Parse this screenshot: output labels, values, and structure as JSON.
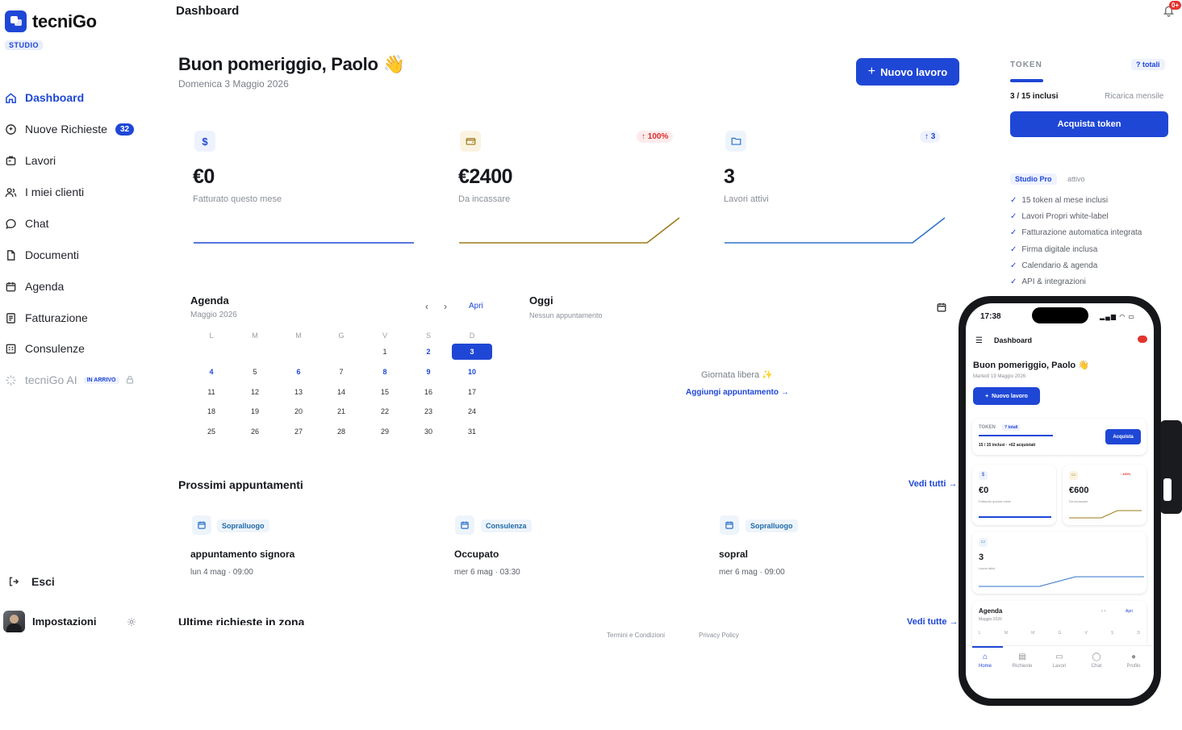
{
  "brand": {
    "name": "tecniGo",
    "plan_badge": "STUDIO"
  },
  "sidebar": {
    "items": [
      {
        "label": "Dashboard",
        "icon": "home-icon",
        "active": true
      },
      {
        "label": "Nuove Richieste",
        "icon": "request-icon",
        "badge": "32"
      },
      {
        "label": "Lavori",
        "icon": "briefcase-icon"
      },
      {
        "label": "I miei clienti",
        "icon": "users-icon"
      },
      {
        "label": "Chat",
        "icon": "chat-icon"
      },
      {
        "label": "Documenti",
        "icon": "document-icon"
      },
      {
        "label": "Agenda",
        "icon": "calendar-icon"
      },
      {
        "label": "Fatturazione",
        "icon": "invoice-icon"
      },
      {
        "label": "Consulenze",
        "icon": "consult-icon"
      },
      {
        "label": "tecniGo AI",
        "icon": "sparkle-icon",
        "badge": "IN ARRIVO",
        "locked": true
      }
    ],
    "logout": "Esci",
    "settings": "Impostazioni"
  },
  "header": {
    "title": "Dashboard",
    "notification_count": "0+"
  },
  "hero": {
    "greeting": "Buon pomeriggio, Paolo",
    "emoji": "👋",
    "date": "Domenica 3 Maggio 2026",
    "new_job_label": "Nuovo lavoro"
  },
  "stats": [
    {
      "icon": "dollar-icon",
      "value": "€0",
      "label": "Fatturato questo mese",
      "trend": "",
      "color": "#1f47d6"
    },
    {
      "icon": "wallet-icon",
      "value": "€2400",
      "label": "Da incassare",
      "trend": "↑ 100%",
      "color": "#9b7a1a"
    },
    {
      "icon": "folder-icon",
      "value": "3",
      "label": "Lavori attivi",
      "trend": "↑ 3",
      "color": "#2f73c9"
    }
  ],
  "agenda": {
    "title": "Agenda",
    "month": "Maggio 2026",
    "next_label": "Apri",
    "weekdays": [
      "L",
      "M",
      "M",
      "G",
      "V",
      "S",
      "D"
    ],
    "weeks": [
      [
        "",
        "",
        "",
        "",
        "1",
        "2",
        "3"
      ],
      [
        "4",
        "5",
        "6",
        "7",
        "8",
        "9",
        "10"
      ],
      [
        "11",
        "12",
        "13",
        "14",
        "15",
        "16",
        "17"
      ],
      [
        "18",
        "19",
        "20",
        "21",
        "22",
        "23",
        "24"
      ],
      [
        "25",
        "26",
        "27",
        "28",
        "29",
        "30",
        "31"
      ]
    ],
    "highlighted": [
      "2",
      "4",
      "6",
      "8",
      "9",
      "10"
    ],
    "today": "3"
  },
  "today": {
    "title": "Oggi",
    "subtitle": "Nessun appuntamento",
    "free_day": "Giornata libera",
    "add_label": "Aggiungi appuntamento →"
  },
  "upcoming": {
    "title": "Prossimi appuntamenti",
    "see_all": "Vedi tutti →",
    "items": [
      {
        "tag": "Sopralluogo",
        "name": "appuntamento signora",
        "time": "lun 4 mag · 09:00"
      },
      {
        "tag": "Consulenza",
        "name": "Occupato",
        "time": "mer 6 mag · 03:30"
      },
      {
        "tag": "Sopralluogo",
        "name": "sopral",
        "time": "mer 6 mag · 09:00"
      }
    ]
  },
  "requests": {
    "title": "Ultime richieste in zona",
    "see_all": "Vedi tutte →"
  },
  "footer": {
    "terms": "Termini e Condizioni",
    "privacy": "Privacy Policy"
  },
  "tokens": {
    "label": "TOKEN",
    "total": "? totali",
    "used": "3 / 15 inclusi",
    "refill": "Ricarica mensile",
    "progress": 0.2,
    "buy_label": "Acquista token",
    "plan_name": "Studio Pro",
    "plan_status": "attivo",
    "features": [
      "15 token al mese inclusi",
      "Lavori Propri white-label",
      "Fatturazione automatica integrata",
      "Firma digitale inclusa",
      "Calendario & agenda",
      "API & integrazioni"
    ]
  },
  "phone": {
    "time": "17:38",
    "title": "Dashboard",
    "greeting": "Buon pomeriggio, Paolo 👋",
    "date": "Martedì 19 Maggio 2026",
    "new_job": "Nuovo lavoro",
    "token_label": "TOKEN",
    "token_total": "? totali",
    "token_used": "15 / 15 inclusi · +62 acquistati",
    "buy": "Acquista",
    "stat1_value": "€0",
    "stat1_label": "Fatturato questo mese",
    "stat2_value": "€600",
    "stat2_label": "Da incassare",
    "stat2_trend": "↑ 100%",
    "stat3_value": "3",
    "stat3_label": "Lavori attivi",
    "agenda_title": "Agenda",
    "agenda_month": "Maggio 2026",
    "agenda_open": "Apri",
    "weekdays": [
      "L",
      "M",
      "M",
      "G",
      "V",
      "S",
      "D"
    ],
    "tabs": [
      "Home",
      "Richieste",
      "Lavori",
      "Chat",
      "Profilo"
    ]
  }
}
